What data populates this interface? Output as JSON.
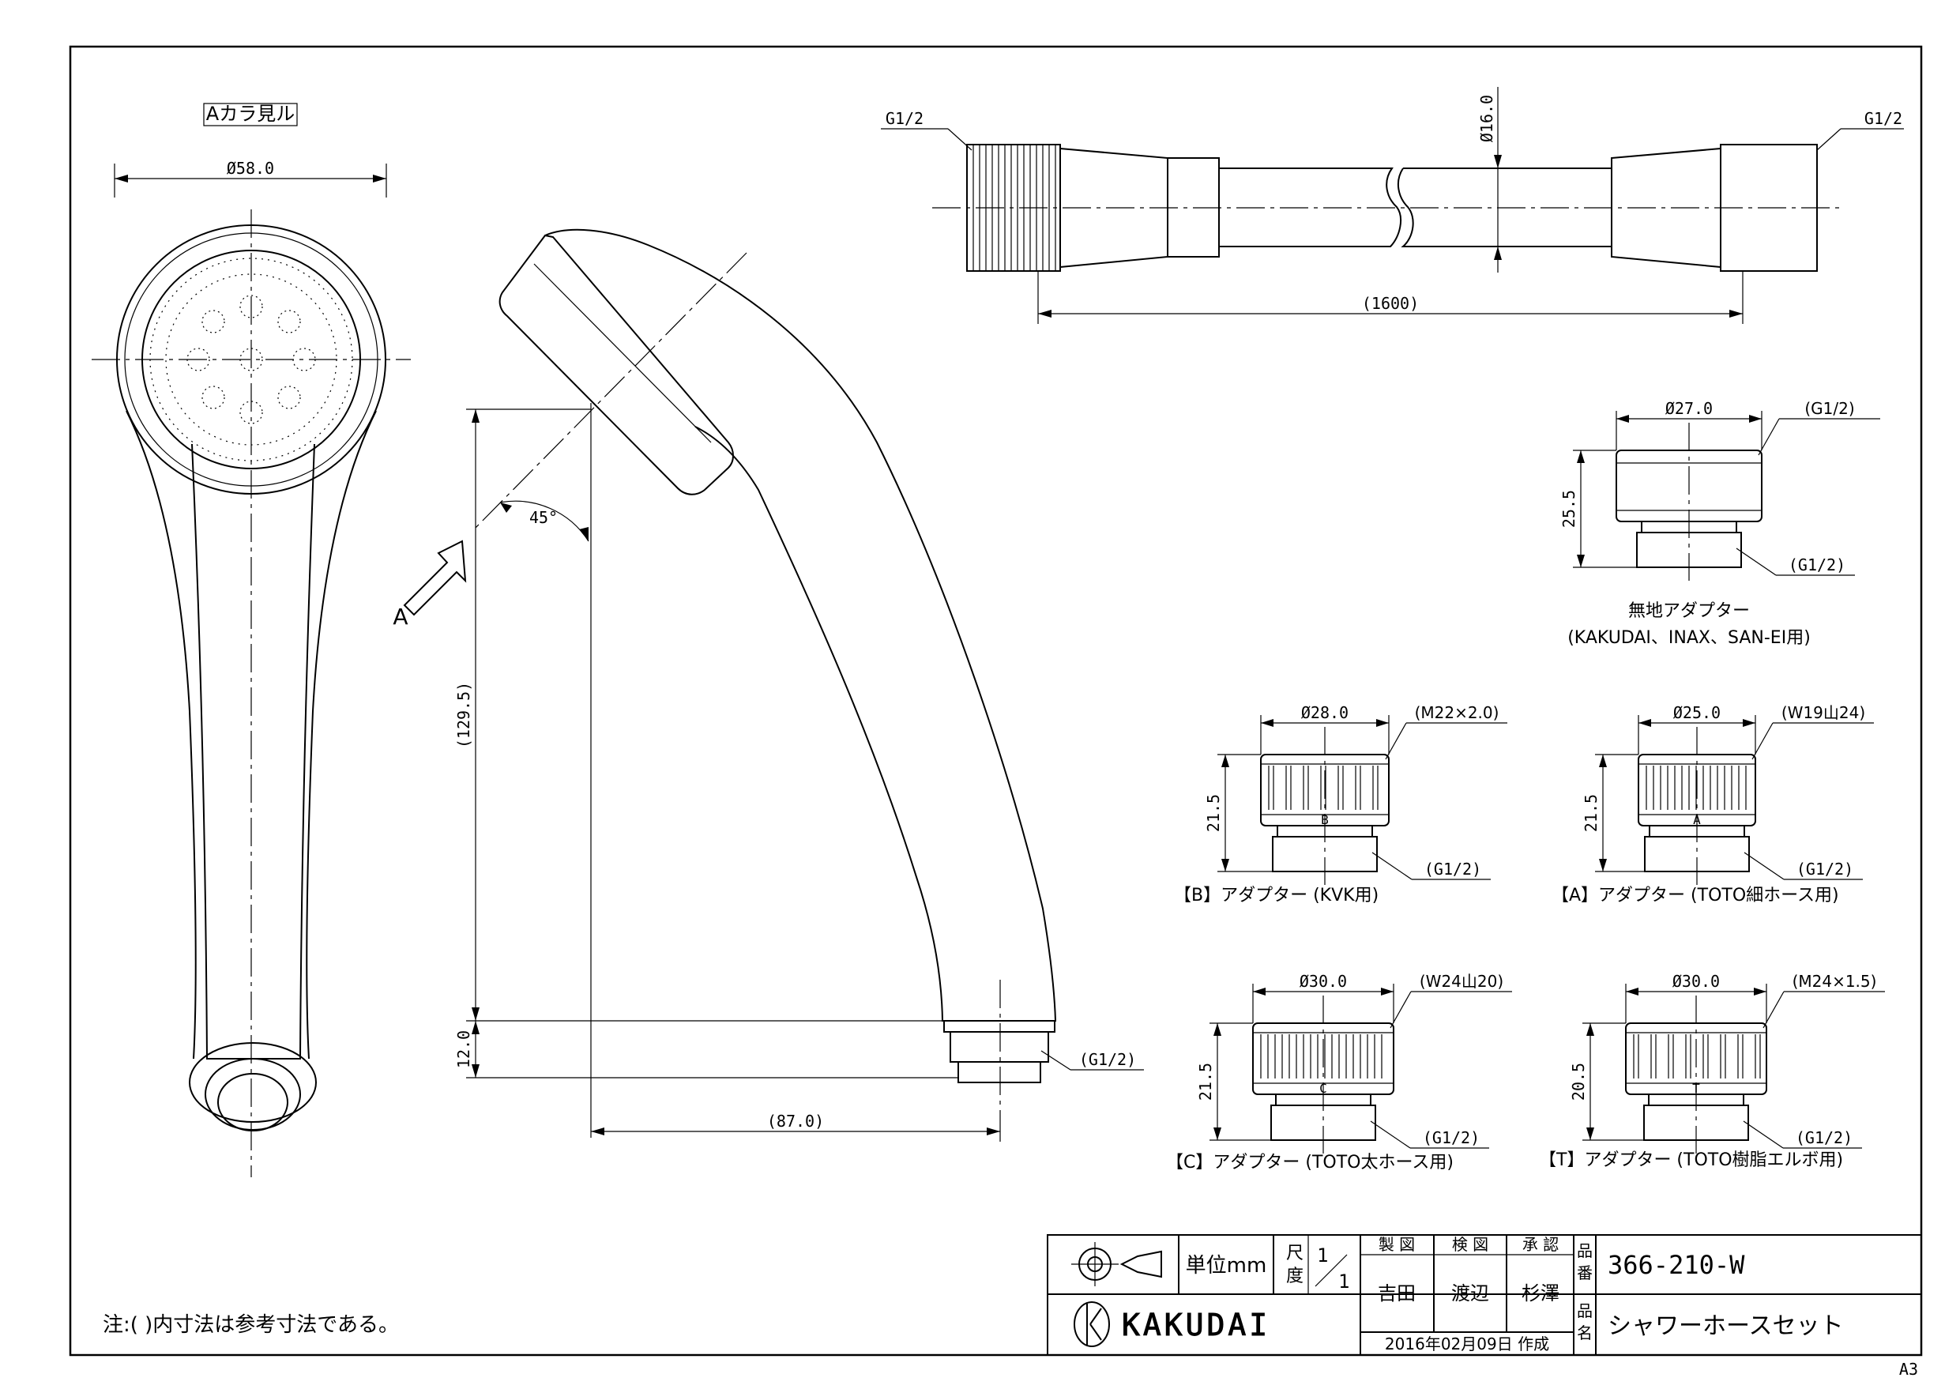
{
  "view_label": "Aカラ見ル",
  "view_arrow_label": "A",
  "head": {
    "dia_face": "Ø58.0",
    "angle": "45°",
    "height": "(129.5)",
    "neck": "12.0",
    "reach": "(87.0)",
    "thread": "(G1/2)"
  },
  "hose": {
    "thread_left": "G1/2",
    "thread_right": "G1/2",
    "dia": "Ø16.0",
    "length": "(1600)"
  },
  "adapters": [
    {
      "id": "plain",
      "dia": "Ø27.0",
      "top": "(G1/2)",
      "height": "25.5",
      "bottom": "(G1/2)",
      "mark": "",
      "caption": "無地アダプター",
      "caption2": "(KAKUDAI、INAX、SAN-EI用)"
    },
    {
      "id": "B",
      "dia": "Ø28.0",
      "top": "(M22×2.0)",
      "height": "21.5",
      "bottom": "(G1/2)",
      "mark": "B",
      "caption": "【B】アダプター  (KVK用)"
    },
    {
      "id": "A",
      "dia": "Ø25.0",
      "top": "(W19山24)",
      "height": "21.5",
      "bottom": "(G1/2)",
      "mark": "A",
      "caption": "【A】アダプター  (TOTO細ホース用)"
    },
    {
      "id": "C",
      "dia": "Ø30.0",
      "top": "(W24山20)",
      "height": "21.5",
      "bottom": "(G1/2)",
      "mark": "C",
      "caption": "【C】アダプター  (TOTO太ホース用)"
    },
    {
      "id": "T",
      "dia": "Ø30.0",
      "top": "(M24×1.5)",
      "height": "20.5",
      "bottom": "(G1/2)",
      "mark": "T",
      "caption": "【T】アダプター  (TOTO樹脂エルボ用)"
    }
  ],
  "note": "注:( )内寸法は参考寸法である。",
  "title_block": {
    "unit": "単位mm",
    "scale_label_1": "尺",
    "scale_label_2": "度",
    "scale_num": "1",
    "scale_den": "1",
    "roles": [
      "製 図",
      "検 図",
      "承 認"
    ],
    "names": [
      "吉田",
      "渡辺",
      "杉澤"
    ],
    "part_no_label_1": "品",
    "part_no_label_2": "番",
    "part_no": "366-210-W",
    "part_name_label_1": "品",
    "part_name_label_2": "名",
    "part_name": "シャワーホースセット",
    "logo": "KAKUDAI",
    "date": "2016年02月09日 作成",
    "sheet_size": "A3"
  }
}
